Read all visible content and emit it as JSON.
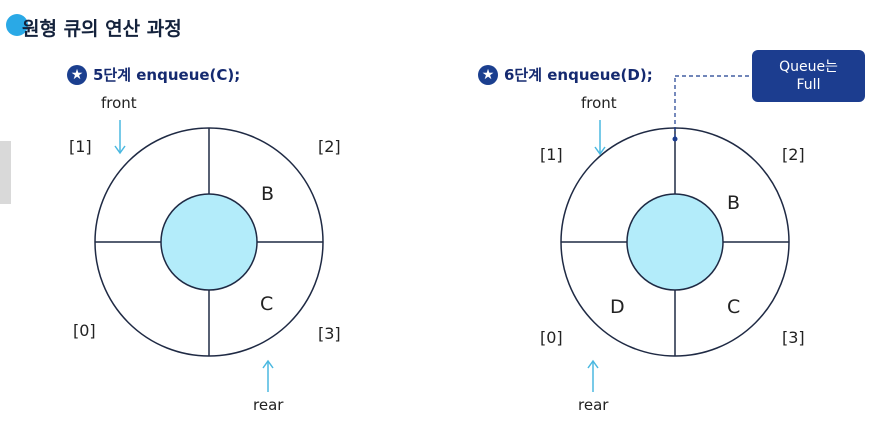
{
  "title": "원형 큐의 연산 과정",
  "side_tab": "",
  "left": {
    "step_label": "5단계 enqueue(C);",
    "front_label": "front",
    "rear_label": "rear",
    "indices": [
      "[1]",
      "[2]",
      "[0]",
      "[3]"
    ],
    "cells": {
      "top_right": "B",
      "bottom_right": "C"
    }
  },
  "right": {
    "step_label": "6단계 enqueue(D);",
    "front_label": "front",
    "rear_label": "rear",
    "indices": [
      "[1]",
      "[2]",
      "[0]",
      "[3]"
    ],
    "cells": {
      "top_right": "B",
      "bottom_right": "C",
      "bottom_left": "D"
    },
    "callout_line1": "Queue는",
    "callout_line2": "Full"
  },
  "colors": {
    "accent": "#2aa9e6",
    "navy": "#1c3d8f",
    "inner_circle": "#b3ecfa",
    "arrow": "#4ab8e0"
  }
}
